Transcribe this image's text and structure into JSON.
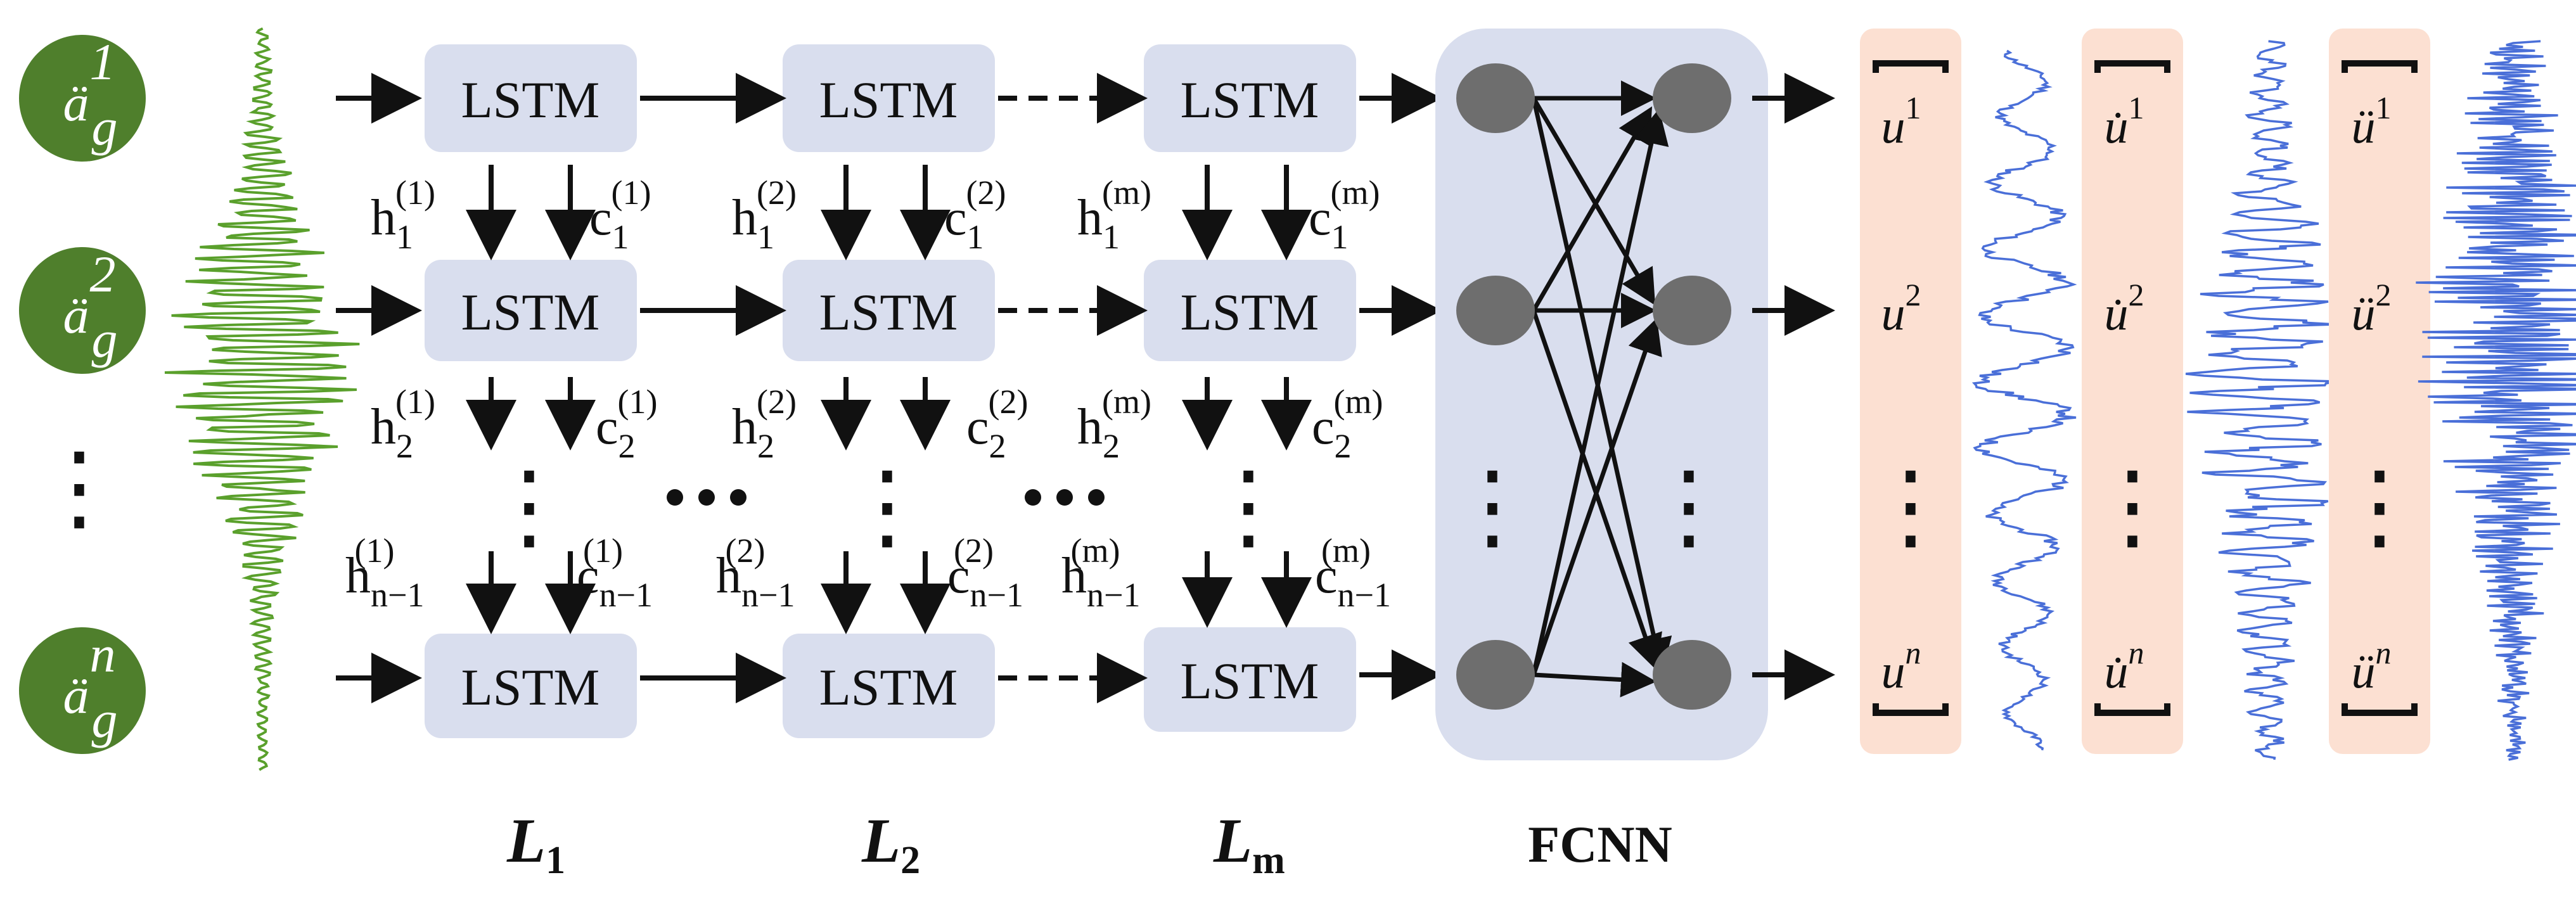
{
  "colors": {
    "lstm_box": "#d9deee",
    "fcnn_panel": "#d9deee",
    "output_panel": "#fce0d2",
    "input_circle": "#4f7f2c",
    "neuron": "#6e6e6e",
    "ground_motion_wave": "#5aa02c",
    "response_wave": "#4a6fd8",
    "arrow": "#111111"
  },
  "inputs": [
    {
      "symbol": "ä",
      "sub": "g",
      "sup": "1"
    },
    {
      "symbol": "ä",
      "sub": "g",
      "sup": "2"
    },
    {
      "symbol": "ä",
      "sub": "g",
      "sup": "n"
    }
  ],
  "lstm": {
    "cell_label": "LSTM"
  },
  "states": {
    "row1": [
      {
        "h_sub": "1",
        "h_sup": "(1)",
        "c_sub": "1",
        "c_sup": "(1)"
      },
      {
        "h_sub": "1",
        "h_sup": "(2)",
        "c_sub": "1",
        "c_sup": "(2)"
      },
      {
        "h_sub": "1",
        "h_sup": "(m)",
        "c_sub": "1",
        "c_sup": "(m)"
      }
    ],
    "row2": [
      {
        "h_sub": "2",
        "h_sup": "(1)",
        "c_sub": "2",
        "c_sup": "(1)"
      },
      {
        "h_sub": "2",
        "h_sup": "(2)",
        "c_sub": "2",
        "c_sup": "(2)"
      },
      {
        "h_sub": "2",
        "h_sup": "(m)",
        "c_sub": "2",
        "c_sup": "(m)"
      }
    ],
    "row3": [
      {
        "h_sub": "n−1",
        "h_sup": "(1)",
        "c_sub": "n−1",
        "c_sup": "(1)"
      },
      {
        "h_sub": "n−1",
        "h_sup": "(2)",
        "c_sub": "n−1",
        "c_sup": "(2)"
      },
      {
        "h_sub": "n−1",
        "h_sup": "(m)",
        "c_sub": "n−1",
        "c_sup": "(m)"
      }
    ],
    "h_letter": "h",
    "c_letter": "c"
  },
  "layers": [
    {
      "letter": "L",
      "sub": "1"
    },
    {
      "letter": "L",
      "sub": "2"
    },
    {
      "letter": "L",
      "sub": "m"
    }
  ],
  "fcnn_label": "FCNN",
  "outputs": {
    "displacement": [
      {
        "symbol": "u",
        "sup": "1"
      },
      {
        "symbol": "u",
        "sup": "2"
      },
      {
        "symbol": "u",
        "sup": "n"
      }
    ],
    "velocity": [
      {
        "symbol": "u̇",
        "sup": "1"
      },
      {
        "symbol": "u̇",
        "sup": "2"
      },
      {
        "symbol": "u̇",
        "sup": "n"
      }
    ],
    "acceleration": [
      {
        "symbol": "ü",
        "sup": "1"
      },
      {
        "symbol": "ü",
        "sup": "2"
      },
      {
        "symbol": "ü",
        "sup": "n"
      }
    ]
  },
  "ellipsis": "⋮"
}
